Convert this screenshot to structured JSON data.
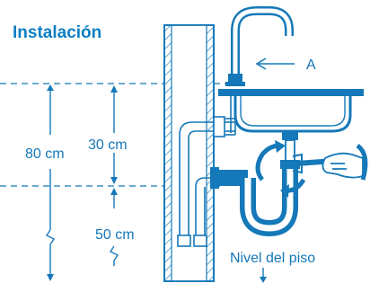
{
  "title": "Instalación",
  "labels": {
    "total_height": "80 cm",
    "upper_height": "30 cm",
    "lower_height": "50 cm",
    "faucet_label": "A",
    "floor_level": "Nivel del piso"
  },
  "colors": {
    "primary": "#1578b8",
    "title": "#0e7fc3",
    "background": "#ffffff"
  },
  "icons": [
    "wall",
    "faucet",
    "sink",
    "drain-trap",
    "wrench",
    "hand",
    "rotation-arrows"
  ]
}
